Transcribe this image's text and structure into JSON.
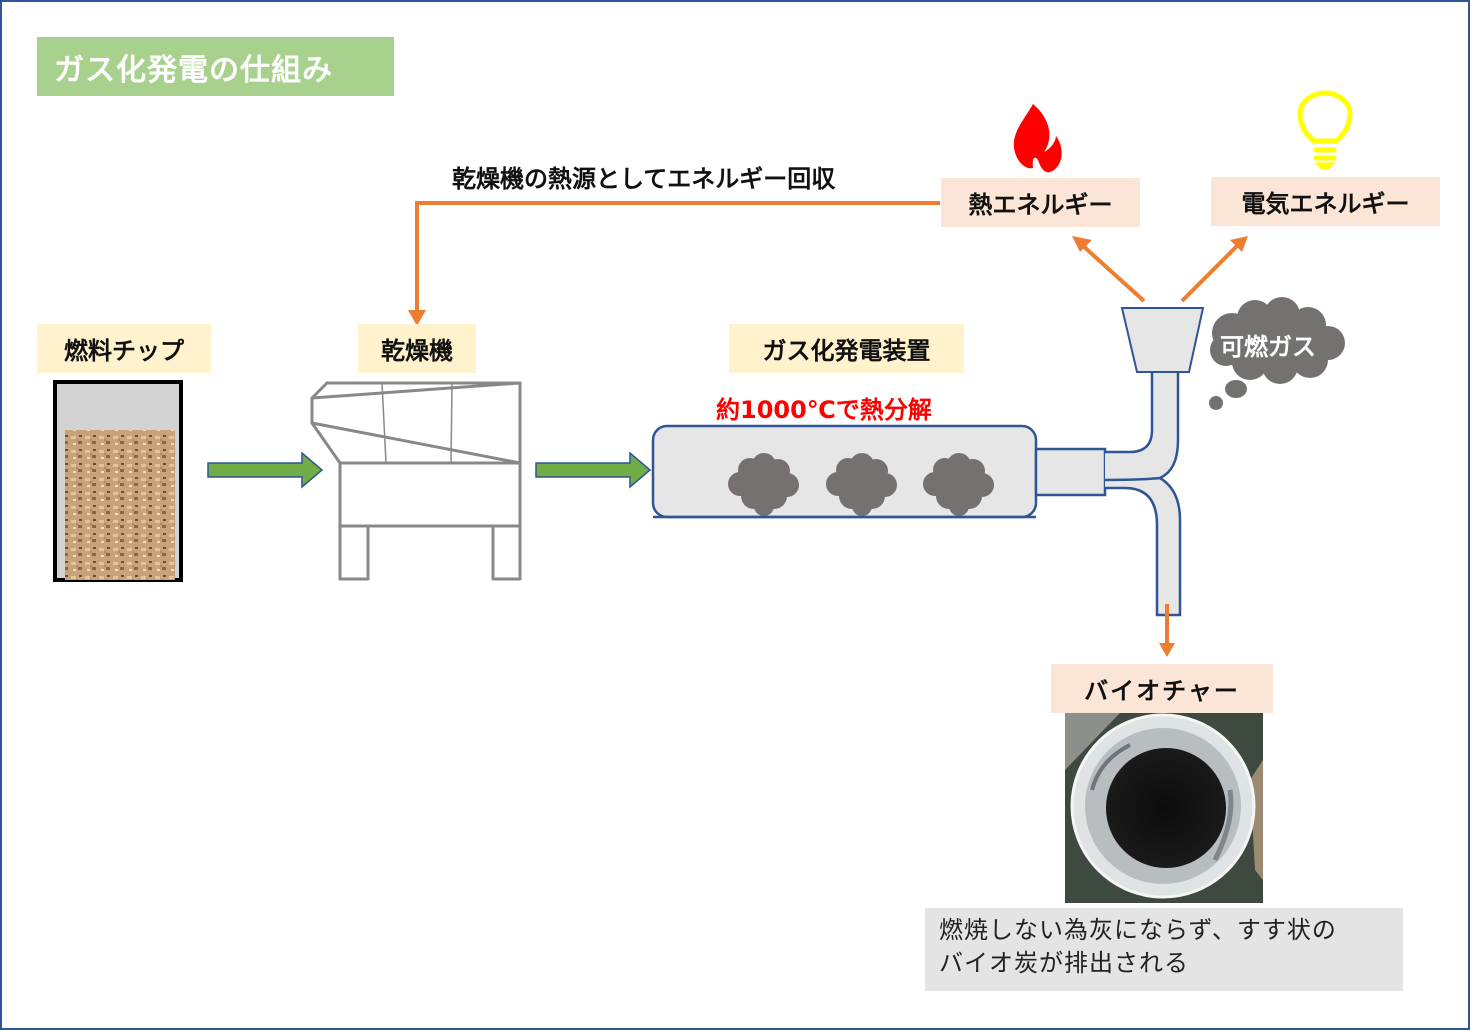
{
  "title": "ガス化発電の仕組み",
  "labels": {
    "fuel_chip": "燃料チップ",
    "dryer": "乾燥機",
    "gasifier": "ガス化発電装置",
    "heat_energy": "熱エネルギー",
    "electric_energy": "電気エネルギー",
    "biochar": "バイオチャー",
    "combustible_gas": "可燃ガス"
  },
  "annotations": {
    "heat_recovery": "乾燥機の熱源としてエネルギー回収",
    "pyrolysis": "約1000℃で熱分解"
  },
  "note": {
    "line1": "燃焼しない為灰にならず、すす状の",
    "line2": "バイオ炭が排出される"
  },
  "colors": {
    "frame": "#2f5597",
    "title_bg": "#a9d18e",
    "cream_label": "#fff2cc",
    "peach_label": "#fbe5d6",
    "flow_arrow": "#ed7d31",
    "process_arrow": "#70ad47",
    "equipment_fill": "#e7e6e6",
    "equipment_outline": "#2f5597",
    "smoke": "#767171",
    "flame": "#ff0000",
    "bulb": "#ffff00",
    "pyrolysis_text": "#ff0000"
  },
  "icons": {
    "flame": "flame-icon",
    "bulb": "light-bulb-icon"
  }
}
